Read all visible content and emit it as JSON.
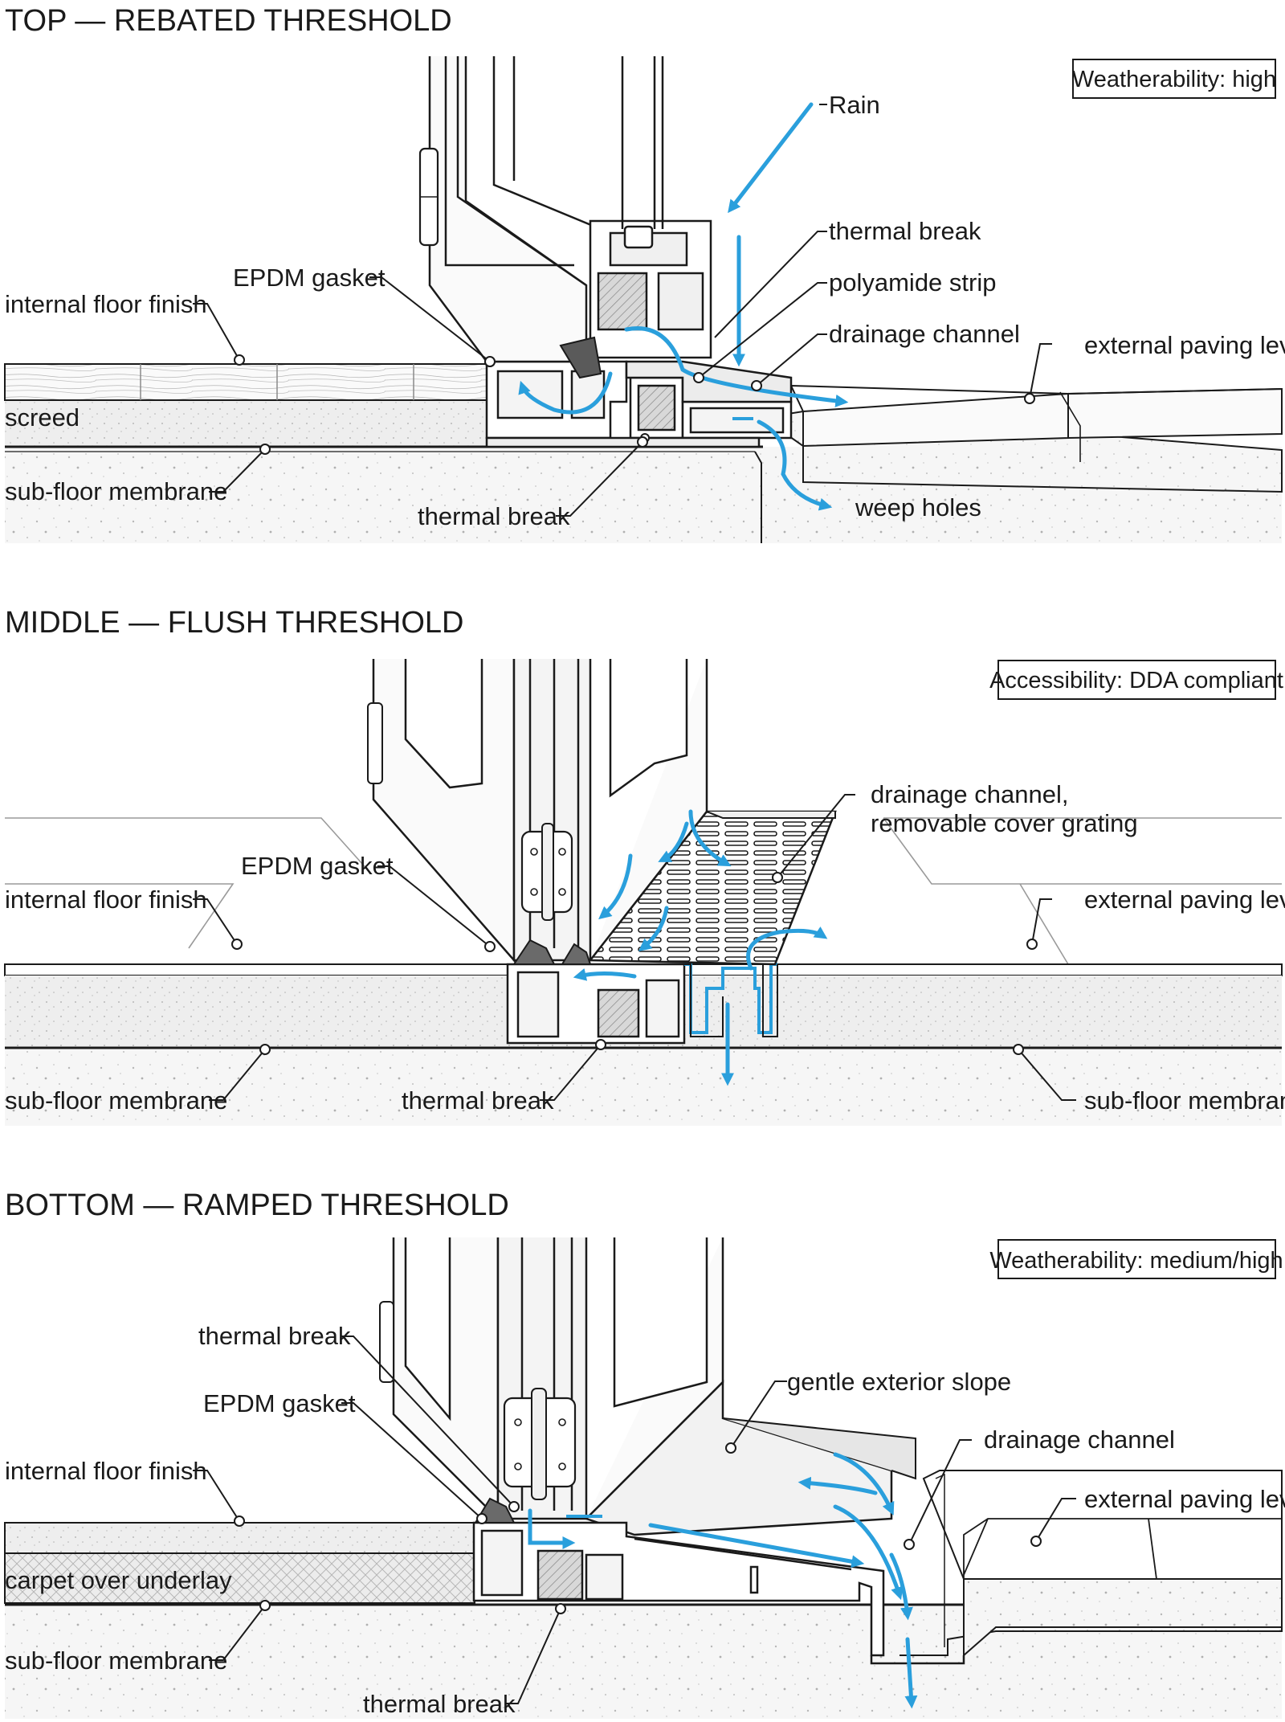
{
  "colors": {
    "flow_arrow": "#2a9fdc",
    "line": "#1a1a1a",
    "concrete": "#f1f1f1",
    "seal": "#6a6a6a"
  },
  "sections": [
    {
      "title": "TOP — REBATED THRESHOLD",
      "badge": "Weatherability: high",
      "labels": {
        "rain": "Rain",
        "thermal_break_upper": "thermal break",
        "epdm_gasket": "EPDM gasket",
        "polyamide_strip": "polyamide strip",
        "internal_floor_finish": "internal floor finish",
        "drainage_channel": "drainage channel",
        "external_paving_level": "external paving level",
        "screed": "screed",
        "sub_floor_membrane": "sub-floor membrane",
        "thermal_break_lower": "thermal break",
        "weep_holes": "weep holes"
      }
    },
    {
      "title": "MIDDLE — FLUSH THRESHOLD",
      "badge": "Accessibility: DDA compliant",
      "labels": {
        "drainage_channel_line1": "drainage channel,",
        "drainage_channel_line2": "removable cover grating",
        "epdm_gasket": "EPDM gasket",
        "internal_floor_finish": "internal floor finish",
        "external_paving_level": "external paving level",
        "sub_floor_membrane_left": "sub-floor membrane",
        "thermal_break": "thermal break",
        "sub_floor_membrane_right": "sub-floor membrane"
      }
    },
    {
      "title": "BOTTOM — RAMPED THRESHOLD",
      "badge": "Weatherability: medium/high",
      "labels": {
        "thermal_break_upper": "thermal break",
        "gentle_exterior_slope": "gentle exterior slope",
        "epdm_gasket": "EPDM gasket",
        "drainage_channel": "drainage channel",
        "internal_floor_finish": "internal floor finish",
        "external_paving_level": "external paving level",
        "carpet_over_underlay": "carpet over underlay",
        "sub_floor_membrane": "sub-floor membrane",
        "thermal_break_lower": "thermal break"
      }
    }
  ]
}
